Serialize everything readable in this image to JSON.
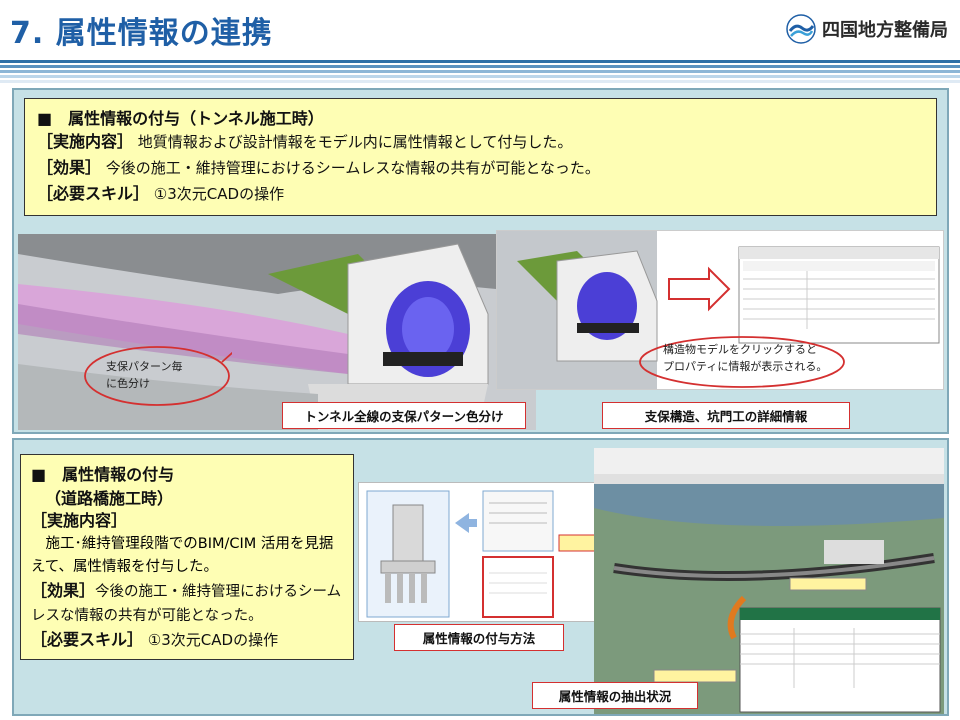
{
  "header": {
    "title": "7. 属性情報の連携",
    "org": "四国地方整備局"
  },
  "colors": {
    "title_blue": "#1f5fa6",
    "panel_bg": "#c6e1e6",
    "box_yellow": "#fefeb4",
    "caption_border": "#d43030"
  },
  "section1": {
    "heading": "■　属性情報の付与（トンネル施工時）",
    "content_label": "［実施内容］",
    "content_text": "地質情報および設計情報をモデル内に属性情報として付与した。",
    "effect_label": "［効果］",
    "effect_text": "今後の施工・維持管理におけるシームレスな情報の共有が可能となった。",
    "skill_label": "［必要スキル］",
    "skill_text": "①3次元CADの操作",
    "callout_left": "支保パターン毎\nに色分け",
    "callout_right": "構造物モデルをクリックすると\nプロパティに情報が表示される。",
    "caption_left": "トンネル全線の支保パターン色分け",
    "caption_right": "支保構造、坑門工の詳細情報"
  },
  "section2": {
    "heading_line1": "■　属性情報の付与",
    "heading_line2": "（道路橋施工時）",
    "content_label": "［実施内容］",
    "content_text": "施工･維持管理段階でのBIM/CIM 活用を見据えて、属性情報を付与した。",
    "effect_label": "［効果］",
    "effect_text": "今後の施工・維持管理におけるシームレスな情報の共有が可能となった。",
    "skill_label": "［必要スキル］",
    "skill_text": "①3次元CADの操作",
    "caption_left": "属性情報の付与方法",
    "caption_right": "属性情報の抽出状況"
  }
}
